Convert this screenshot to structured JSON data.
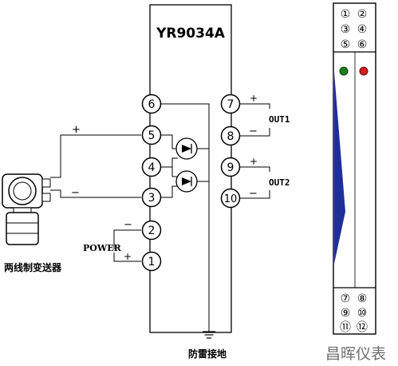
{
  "module": {
    "model": "YR9034A",
    "terminals_left": [
      "6",
      "5",
      "4",
      "3",
      "2",
      "1"
    ],
    "terminals_right": [
      "7",
      "8",
      "9",
      "10"
    ]
  },
  "wiring": {
    "transmitter_label": "两线制变送器",
    "plus_sign": "+",
    "minus_sign": "−",
    "power_label": "POWER",
    "out1_label": "OUT1",
    "out2_label": "OUT2",
    "ground_label": "防雷接地"
  },
  "side_panel": {
    "top_terminals": [
      "①",
      "②",
      "③",
      "④",
      "⑤",
      "⑥"
    ],
    "bottom_terminals": [
      "⑦",
      "⑧",
      "⑨",
      "⑩",
      "⑪",
      "⑫"
    ],
    "led_left_color": "#1e7d1e",
    "led_right_color": "#d21e1e",
    "accent_color": "#1f2f9a"
  },
  "watermark": "昌晖仪表"
}
